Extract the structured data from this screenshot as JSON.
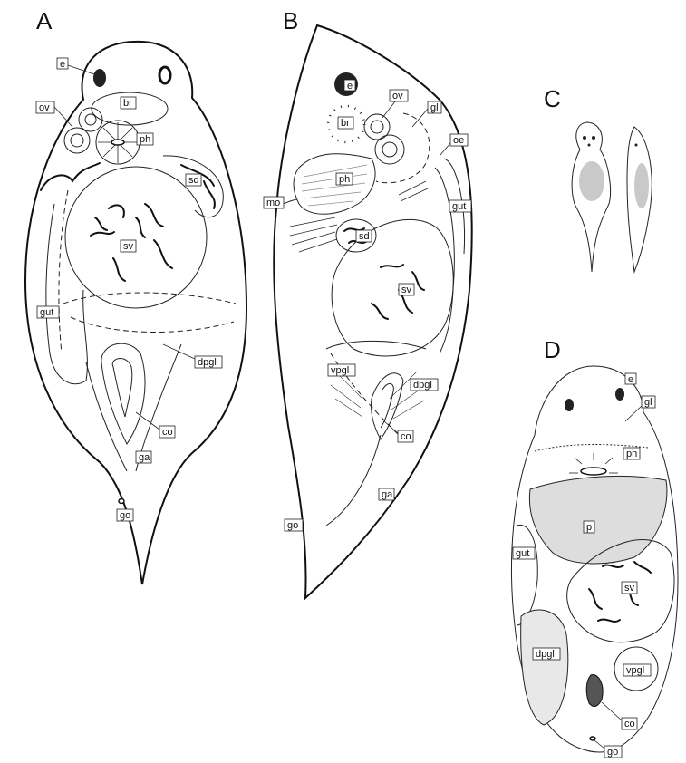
{
  "panels": {
    "A": {
      "letter": "A",
      "labels": {
        "e": "e",
        "ov": "ov",
        "br": "br",
        "ph": "ph",
        "sd": "sd",
        "sv": "sv",
        "gut": "gut",
        "dpgl": "dpgl",
        "co": "co",
        "ga": "ga",
        "go": "go"
      }
    },
    "B": {
      "letter": "B",
      "labels": {
        "e": "e",
        "ov": "ov",
        "gl": "gl",
        "br": "br",
        "oe": "oe",
        "ph": "ph",
        "gut": "gut",
        "mo": "mo",
        "sd": "sd",
        "sv": "sv",
        "vpgl": "vpgl",
        "dpgl": "dpgl",
        "co": "co",
        "ga": "ga",
        "go": "go"
      }
    },
    "C": {
      "letter": "C"
    },
    "D": {
      "letter": "D",
      "labels": {
        "e": "e",
        "gl": "gl",
        "ph": "ph",
        "p": "p",
        "gut": "gut",
        "sv": "sv",
        "dpgl": "dpgl",
        "vpgl": "vpgl",
        "co": "co",
        "go": "go"
      }
    }
  }
}
